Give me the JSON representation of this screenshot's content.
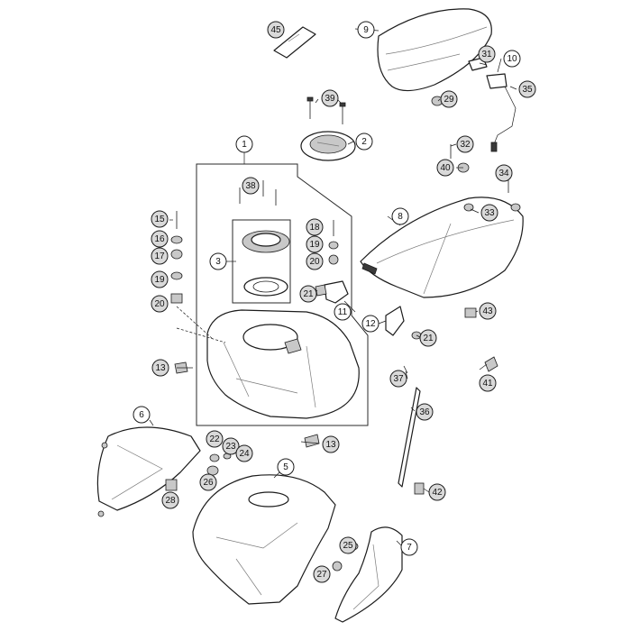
{
  "diagram": {
    "colors": {
      "line": "#1c1c1c",
      "callout_fill_plain": "#ffffff",
      "callout_fill_shaded": "#d9d9d9"
    },
    "callouts": [
      {
        "id": "c1",
        "label": "1",
        "shaded": false
      },
      {
        "id": "c2",
        "label": "2",
        "shaded": false
      },
      {
        "id": "c3",
        "label": "3",
        "shaded": false
      },
      {
        "id": "c5",
        "label": "5",
        "shaded": false
      },
      {
        "id": "c6",
        "label": "6",
        "shaded": false
      },
      {
        "id": "c7",
        "label": "7",
        "shaded": false
      },
      {
        "id": "c8",
        "label": "8",
        "shaded": false
      },
      {
        "id": "c9",
        "label": "9",
        "shaded": false
      },
      {
        "id": "c10",
        "label": "10",
        "shaded": false
      },
      {
        "id": "c11",
        "label": "11",
        "shaded": false
      },
      {
        "id": "c12",
        "label": "12",
        "shaded": false
      },
      {
        "id": "c13a",
        "label": "13",
        "shaded": true
      },
      {
        "id": "c13b",
        "label": "13",
        "shaded": true
      },
      {
        "id": "c15",
        "label": "15",
        "shaded": true
      },
      {
        "id": "c16",
        "label": "16",
        "shaded": true
      },
      {
        "id": "c17",
        "label": "17",
        "shaded": true
      },
      {
        "id": "c18",
        "label": "18",
        "shaded": true
      },
      {
        "id": "c19a",
        "label": "19",
        "shaded": true
      },
      {
        "id": "c19b",
        "label": "19",
        "shaded": true
      },
      {
        "id": "c20a",
        "label": "20",
        "shaded": true
      },
      {
        "id": "c20b",
        "label": "20",
        "shaded": true
      },
      {
        "id": "c21a",
        "label": "21",
        "shaded": true
      },
      {
        "id": "c21b",
        "label": "21",
        "shaded": true
      },
      {
        "id": "c22",
        "label": "22",
        "shaded": true
      },
      {
        "id": "c23",
        "label": "23",
        "shaded": true
      },
      {
        "id": "c24",
        "label": "24",
        "shaded": true
      },
      {
        "id": "c25",
        "label": "25",
        "shaded": true
      },
      {
        "id": "c26",
        "label": "26",
        "shaded": true
      },
      {
        "id": "c27",
        "label": "27",
        "shaded": true
      },
      {
        "id": "c28",
        "label": "28",
        "shaded": true
      },
      {
        "id": "c29",
        "label": "29",
        "shaded": true
      },
      {
        "id": "c31",
        "label": "31",
        "shaded": true
      },
      {
        "id": "c32",
        "label": "32",
        "shaded": true
      },
      {
        "id": "c33",
        "label": "33",
        "shaded": true
      },
      {
        "id": "c34",
        "label": "34",
        "shaded": true
      },
      {
        "id": "c35",
        "label": "35",
        "shaded": true
      },
      {
        "id": "c36",
        "label": "36",
        "shaded": true
      },
      {
        "id": "c37",
        "label": "37",
        "shaded": true
      },
      {
        "id": "c38",
        "label": "38",
        "shaded": true
      },
      {
        "id": "c39",
        "label": "39",
        "shaded": true
      },
      {
        "id": "c40",
        "label": "40",
        "shaded": true
      },
      {
        "id": "c41",
        "label": "41",
        "shaded": true
      },
      {
        "id": "c42",
        "label": "42",
        "shaded": true
      },
      {
        "id": "c43",
        "label": "43",
        "shaded": true
      },
      {
        "id": "c45",
        "label": "45",
        "shaded": true
      }
    ]
  }
}
